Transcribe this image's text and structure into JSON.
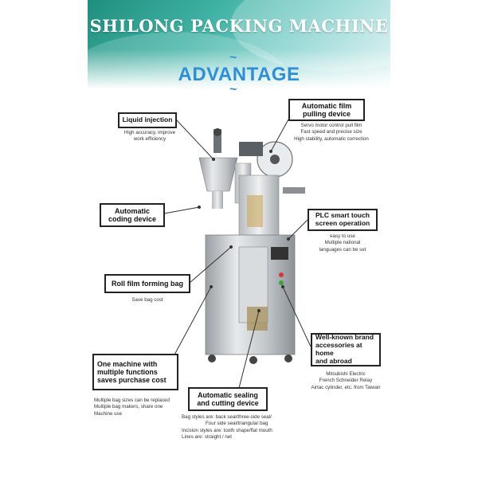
{
  "header": {
    "brand_title": "SHILONG PACKING MACHINE",
    "tilde": "~",
    "advantage_title": "ADVANTAGE"
  },
  "features": {
    "liquid_injection": {
      "label": "Liquid injection",
      "notes": [
        "High accuracy, improve",
        "work efficiency"
      ]
    },
    "film_pulling": {
      "label_lines": [
        "Automatic film",
        "pulling device"
      ],
      "notes": [
        "Servo motor control pull film",
        "Fast speed and precise size",
        "High stability, automatic correction"
      ]
    },
    "coding_device": {
      "label_lines": [
        "Automatic",
        "coding device"
      ]
    },
    "plc": {
      "label_lines": [
        "PLC smart touch",
        "screen operation"
      ],
      "notes": [
        "easy to use",
        "Multiple national",
        "languages can be set"
      ]
    },
    "roll_film": {
      "label": "Roll film forming bag",
      "notes": [
        "Save bag cost"
      ]
    },
    "brand_accessories": {
      "label_lines": [
        "Well-known brand",
        "accessories at home",
        "and abroad"
      ],
      "notes": [
        "Mitsubishi Electric",
        "French Schneider Relay",
        "Airtac cylinder, etc. from Taiwan"
      ]
    },
    "multi_function": {
      "label_lines": [
        "One machine with",
        "multiple functions",
        "saves purchase cost"
      ],
      "notes": [
        "Multiple bag sizes can be replaced",
        "Multiple bag makers, share one",
        "Machine use"
      ]
    },
    "sealing_cutting": {
      "label_lines": [
        "Automatic sealing",
        "and cutting device"
      ],
      "notes": [
        "Bag styles are: back seal/three-side seal/",
        "Four side seal/triangular bag",
        "Incision styles are: tooth shape/flat mouth",
        "Lines are: straight / net"
      ]
    }
  },
  "colors": {
    "accent_blue": "#2e8fd8",
    "header_teal": "#3fb2a4"
  }
}
